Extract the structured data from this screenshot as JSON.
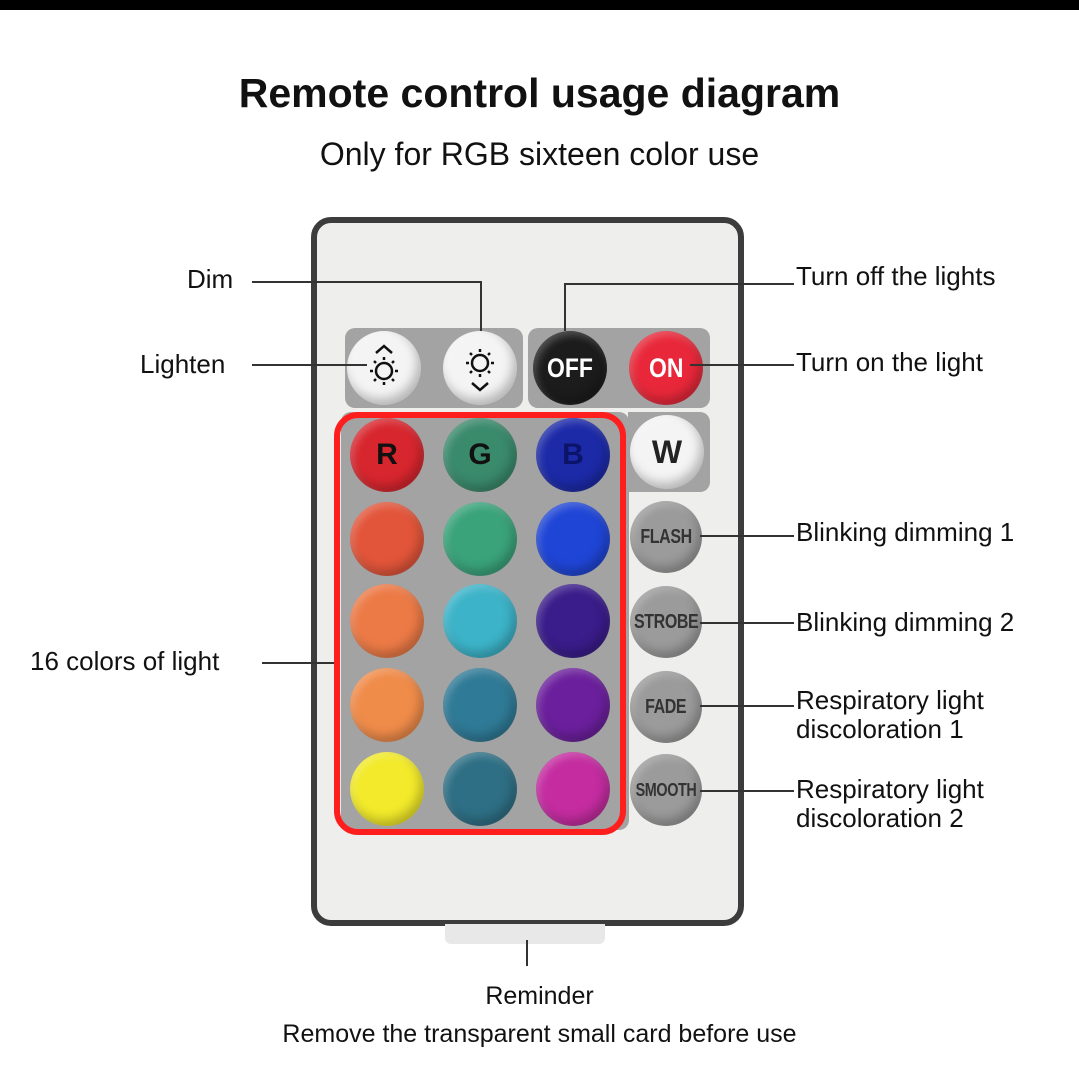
{
  "title": "Remote control usage diagram",
  "subtitle": "Only for RGB sixteen color use",
  "labels": {
    "dim": "Dim",
    "lighten": "Lighten",
    "turn_off": "Turn off the lights",
    "turn_on": "Turn on the light",
    "sixteen_colors": "16 colors of light",
    "flash": "Blinking dimming 1",
    "strobe": "Blinking dimming 2",
    "fade_1": "Respiratory light",
    "fade_2": "discoloration 1",
    "smooth_1": "Respiratory light",
    "smooth_2": "discoloration 2"
  },
  "buttons": {
    "off": "OFF",
    "on": "ON",
    "r": "R",
    "g": "G",
    "b": "B",
    "w": "W",
    "flash": "FLASH",
    "strobe": "STROBE",
    "fade": "FADE",
    "smooth": "SMOOTH"
  },
  "colors": {
    "row1": [
      "#d8262e",
      "#3a8a6c",
      "#1c2aa8"
    ],
    "row2": [
      "#e2553a",
      "#3aa37a",
      "#1f45d6"
    ],
    "row3": [
      "#ec7a46",
      "#3cb3c8",
      "#3a1c8a"
    ],
    "row4": [
      "#f08c4a",
      "#2f7a96",
      "#6b1f9c"
    ],
    "row5": [
      "#f2ea2a",
      "#2e6f85",
      "#c42ca0"
    ],
    "off_button": "#1c1c1c",
    "on_button": "#e8283a",
    "highlight_border": "#ff1e1e"
  },
  "reminder": {
    "title": "Reminder",
    "text": "Remove the transparent small card before use"
  }
}
